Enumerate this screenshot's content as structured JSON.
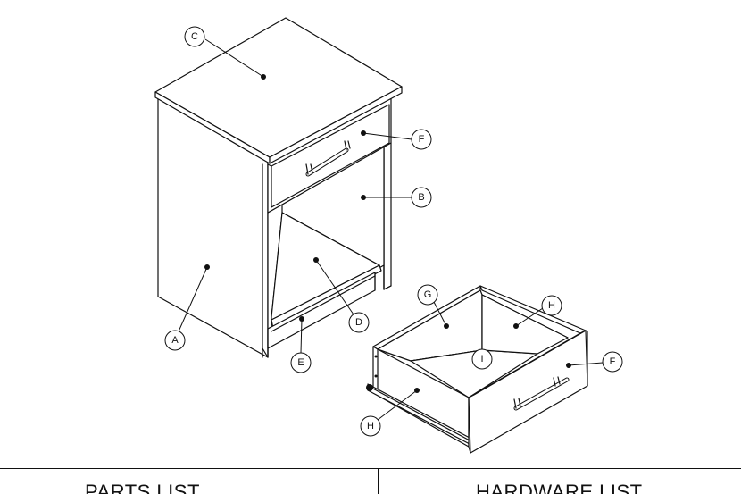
{
  "callouts": {
    "A": "A",
    "B": "B",
    "C": "C",
    "D": "D",
    "E": "E",
    "F_top": "F",
    "G": "G",
    "H_inner": "H",
    "I": "I",
    "F_drawer": "F",
    "H_bottom": "H"
  },
  "tables": {
    "parts_list_heading": "PARTS LIST",
    "hardware_list_heading": "HARDWARE LIST"
  }
}
